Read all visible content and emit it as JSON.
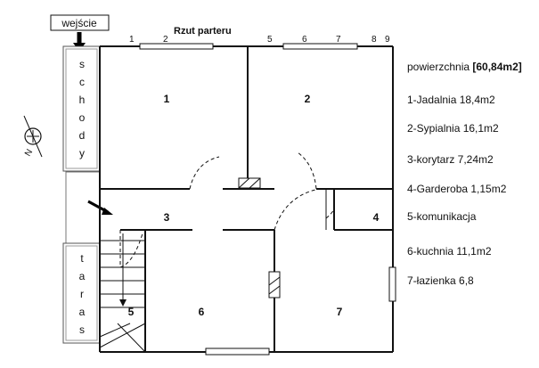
{
  "entrance_label": "wejście",
  "plan_title": "Rzut parteru",
  "axis_marks": [
    "1",
    "2",
    "5",
    "6",
    "7",
    "8",
    "9"
  ],
  "stairs_label": [
    "s",
    "c",
    "h",
    "o",
    "d",
    "y"
  ],
  "terrace_label": [
    "t",
    "a",
    "r",
    "a",
    "s"
  ],
  "compass_label": "N",
  "room_numbers": [
    "1",
    "2",
    "3",
    "4",
    "5",
    "6",
    "7"
  ],
  "legend": {
    "area_label": "powierzchnia ",
    "area_value": "[60,84m2]",
    "rooms": [
      "1-Jadalnia 18,4m2",
      "2-Sypialnia 16,1m2",
      "3-korytarz 7,24m2",
      "4-Garderoba 1,15m2",
      "5-komunikacja",
      "6-kuchnia 11,1m2",
      "7-łazienka 6,8"
    ]
  }
}
